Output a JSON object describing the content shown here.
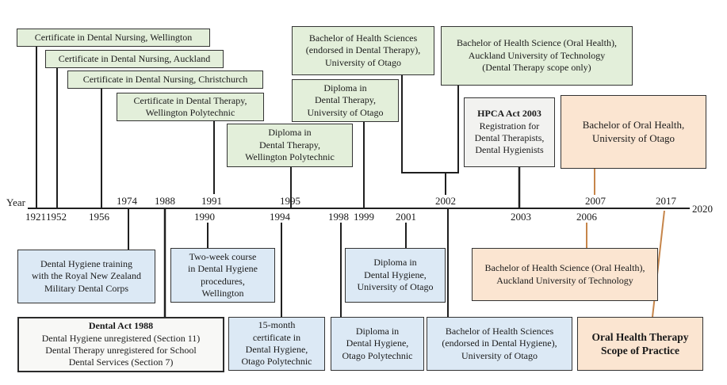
{
  "figure": {
    "axis_label": "Year",
    "axis_end_year": "2020"
  },
  "colors": {
    "green_fill": "#e3efda",
    "blue_fill": "#dce9f5",
    "peach_fill": "#fbe5d1",
    "gray_fill": "#f2f2f0",
    "white_fill": "#f8f8f6",
    "connector_dark": "#1f1f1f",
    "connector_orange": "#c6854a"
  },
  "years": {
    "above": [
      "1974",
      "1988",
      "1991",
      "1995",
      "2002",
      "2007",
      "2017"
    ],
    "below": [
      "1921",
      "1952",
      "1956",
      "1990",
      "1994",
      "1998",
      "1999",
      "2001",
      "2003",
      "2006"
    ]
  },
  "boxes_above": {
    "cert_nursing_wellington": {
      "text": "Certificate in Dental Nursing, Wellington",
      "year": "1921"
    },
    "cert_nursing_auckland": {
      "text": "Certificate in Dental Nursing, Auckland",
      "year": "1952"
    },
    "cert_nursing_christchurch": {
      "text": "Certificate in Dental Nursing, Christchurch",
      "year": "1956"
    },
    "cert_therapy_wellington": {
      "text": "Certificate in Dental Therapy,\nWellington Polytechnic",
      "year": "1991"
    },
    "diploma_therapy_wellington": {
      "text": "Diploma in\nDental Therapy,\nWellington Polytechnic",
      "year": "1995"
    },
    "bhsc_therapy_otago": {
      "text": "Bachelor of Health Sciences\n(endorsed in Dental Therapy),\nUniversity of Otago",
      "year": "2002"
    },
    "diploma_therapy_otago": {
      "text": "Diploma in\nDental Therapy,\nUniversity of Otago",
      "year": "1999"
    },
    "bhsc_oral_health_aut_therapy": {
      "text": "Bachelor of Health Science (Oral Health),\nAuckland University of Technology\n(Dental Therapy scope only)",
      "year": "2002"
    },
    "hpca_act": {
      "title": "HPCA Act 2003",
      "body": "Registration for\nDental Therapists,\nDental Hygienists",
      "year": "2003"
    },
    "bachelor_oral_health_otago": {
      "text": "Bachelor of Oral Health,\nUniversity of Otago",
      "year": "2007"
    }
  },
  "boxes_below": {
    "military_hygiene_training": {
      "text": "Dental Hygiene training\nwith the Royal New Zealand\nMilitary Dental Corps",
      "year": "1974"
    },
    "two_week_course": {
      "text": "Two-week course\nin Dental Hygiene\nprocedures,\nWellington",
      "year": "1990"
    },
    "diploma_hygiene_otago_university": {
      "text": "Diploma in\nDental Hygiene,\nUniversity of Otago",
      "year": "2001"
    },
    "bhsc_oral_health_aut": {
      "text": "Bachelor of Health Science (Oral Health),\nAuckland University of Technology",
      "year": "2006"
    },
    "dental_act": {
      "title": "Dental Act 1988",
      "body": "Dental Hygiene unregistered (Section 11)\nDental Therapy unregistered for School\nDental Services (Section 7)",
      "year": "1988"
    },
    "cert_15_month": {
      "text": "15-month\ncertificate in\nDental Hygiene,\nOtago Polytechnic",
      "year": "1994"
    },
    "diploma_hygiene_otago_polytechnic": {
      "text": "Diploma in\nDental Hygiene,\nOtago Polytechnic",
      "year": "1998"
    },
    "bhsc_hygiene_otago": {
      "text": "Bachelor of Health Sciences\n(endorsed in Dental Hygiene),\nUniversity of Otago",
      "year": "2002"
    },
    "oral_health_therapy_scope": {
      "text": "Oral Health Therapy\nScope of Practice",
      "year": "2017"
    }
  }
}
